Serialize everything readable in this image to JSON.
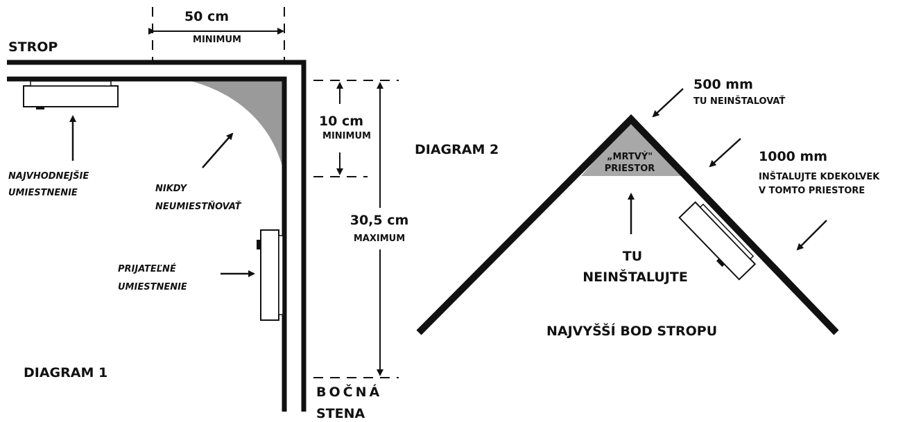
{
  "diagram1": {
    "ceiling_label": "STROP",
    "width_value": "50 cm",
    "width_note": "MINIMUM",
    "gap_value": "10 cm",
    "gap_note": "MINIMUM",
    "range_value": "30,5 cm",
    "range_note": "MAXIMUM",
    "best_line1": "NAJVHODNEJŠIE",
    "best_line2": "UMIESTNENIE",
    "never_line1": "NIKDY",
    "never_line2": "NEUMIESTŇOVAŤ",
    "ok_line1": "PRIJATEĽNÉ",
    "ok_line2": "UMIESTNENIE",
    "title": "DIAGRAM 1",
    "wall_line1": "BOČNÁ",
    "wall_line2": "STENA"
  },
  "diagram2": {
    "title": "DIAGRAM 2",
    "peak_value": "500 mm",
    "peak_note": "TU NEINŠTALOVAŤ",
    "side_value": "1000 mm",
    "side_note1": "INŠTALUJTE KDEKOĽVEK",
    "side_note2": "V TOMTO PRIESTORE",
    "dead_line1": "„MRTVÝ\"",
    "dead_line2": "PRIESTOR",
    "no_line1": "TU",
    "no_line2": "NEINŠTALUJTE",
    "peak_label": "NAJVYŠŠÍ BOD STROPU"
  }
}
